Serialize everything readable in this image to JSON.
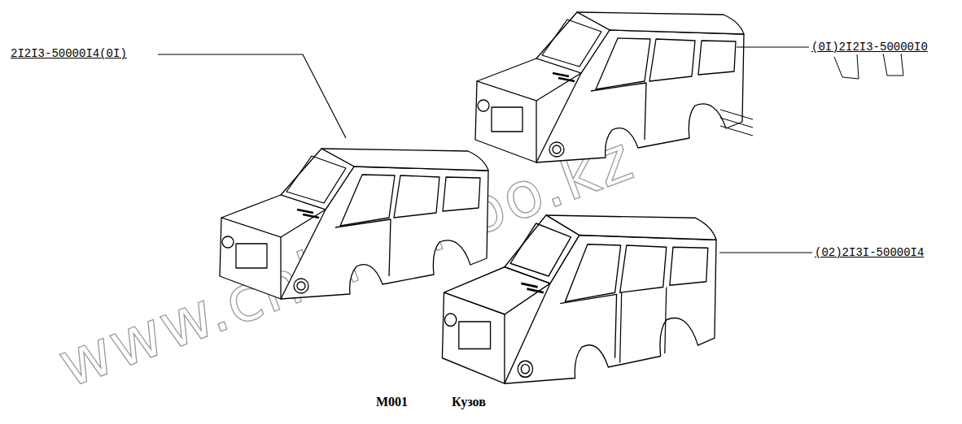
{
  "diagram": {
    "labels": [
      "www.chhrontoo.kz",
      "2I2I3-50000I4(0I)",
      "(0I)2I2I3-50000I0",
      "(02)2I3I-50000I4",
      "M001",
      "Кузов"
    ]
  }
}
